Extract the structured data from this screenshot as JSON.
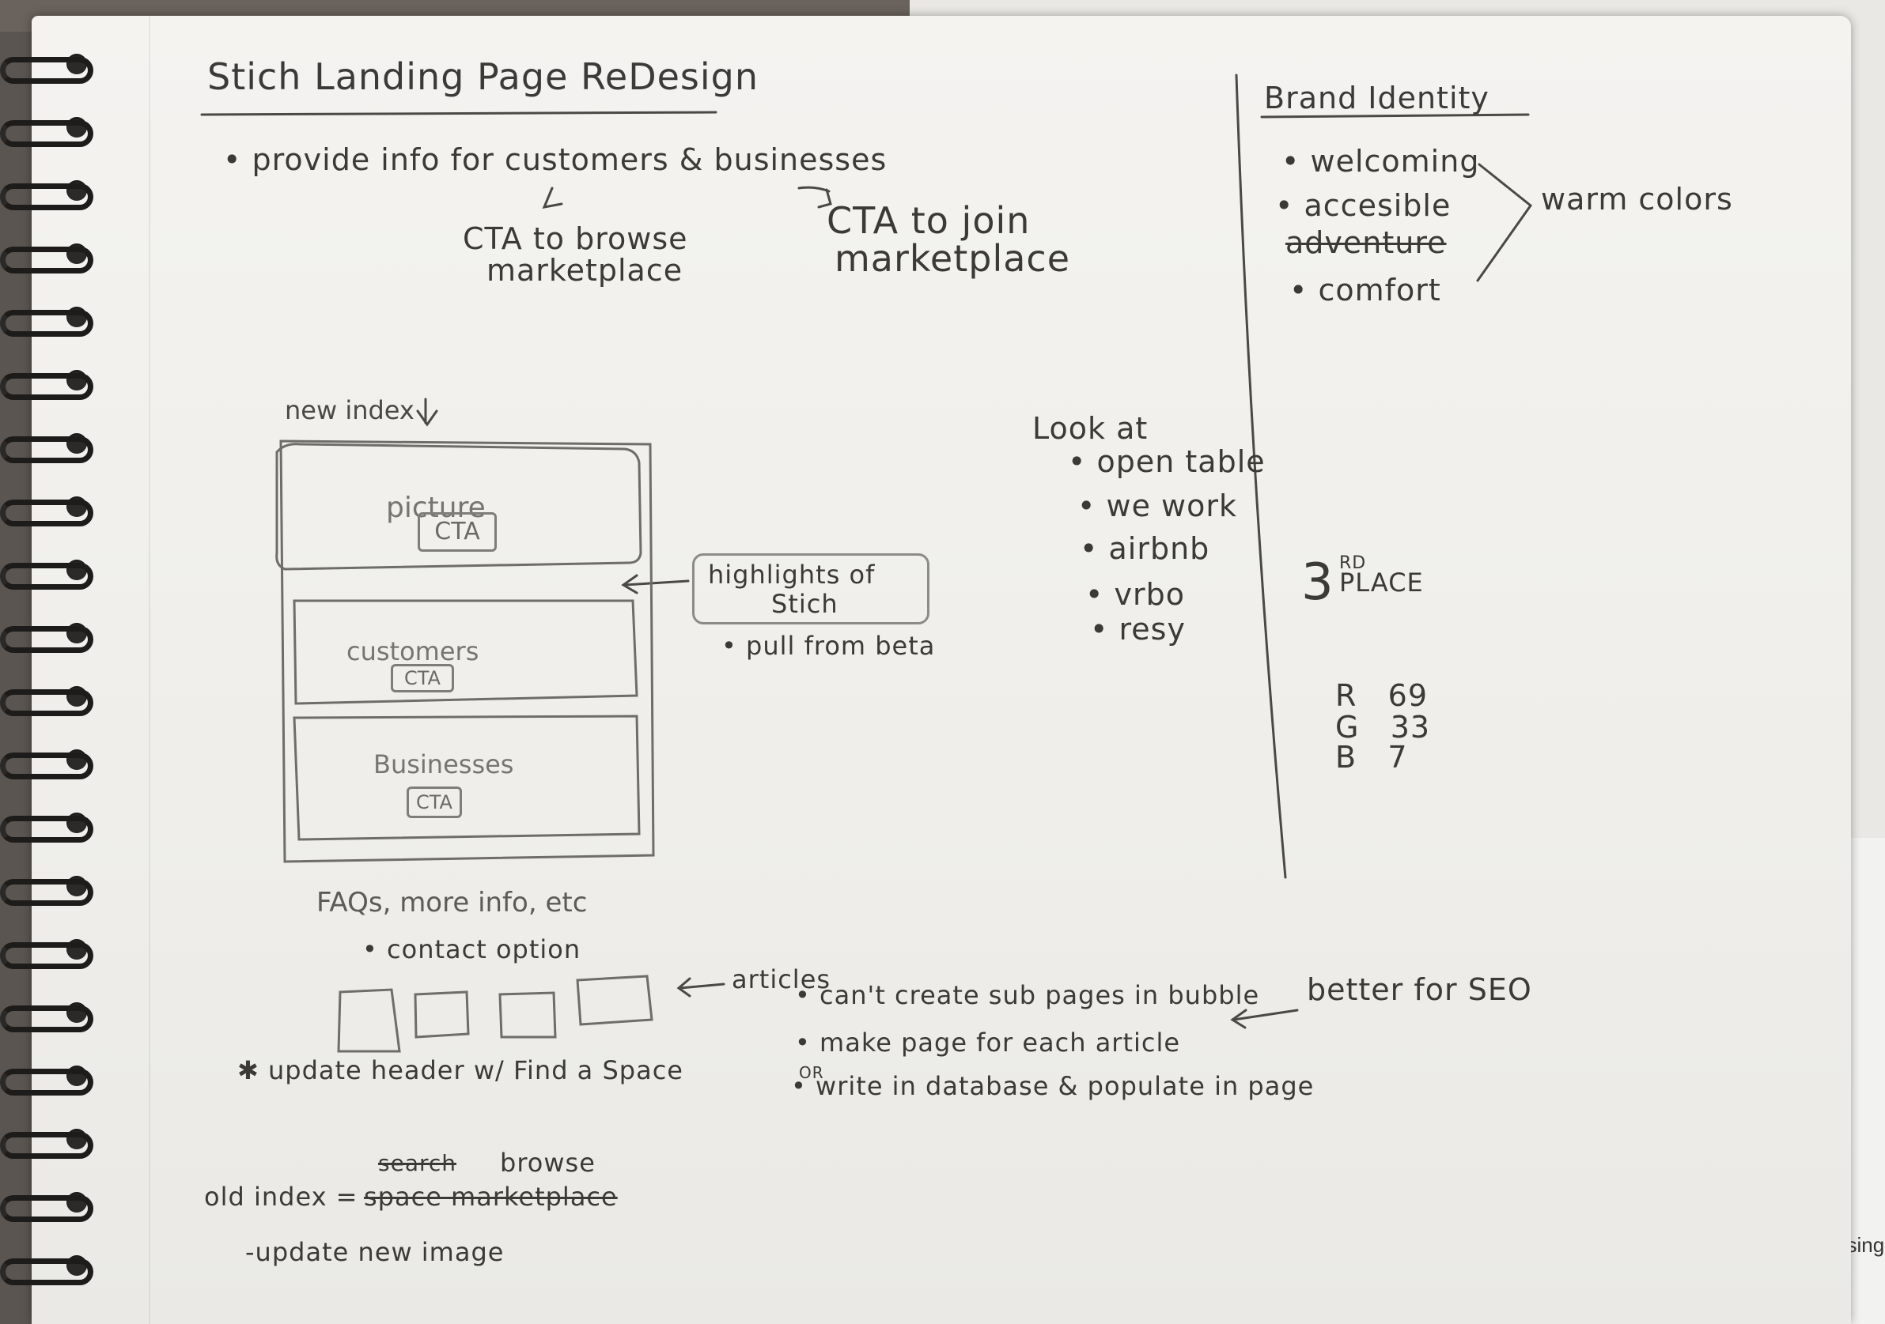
{
  "title": "Stich Landing Page ReDesign",
  "goal": {
    "bullet": "provide info for customers & businesses",
    "cta_browse": [
      "CTA to browse",
      "marketplace"
    ],
    "cta_join": [
      "CTA to join",
      "marketplace"
    ]
  },
  "brand": {
    "heading": "Brand Identity",
    "items": [
      "welcoming",
      "accesible",
      "adventure",
      "comfort"
    ],
    "warm": "warm colors",
    "third_place_num": "3",
    "third_place_sup": "RD",
    "third_place_word": "PLACE",
    "rgb": [
      [
        "R",
        "69"
      ],
      [
        "G",
        "33"
      ],
      [
        "B",
        "7"
      ]
    ]
  },
  "look": {
    "heading": "Look at",
    "items": [
      "open table",
      "we work",
      "airbnb",
      "vrbo",
      "resy"
    ]
  },
  "wireframe": {
    "label": "new index",
    "picture": "picture",
    "customers": "customers",
    "businesses": "Businesses",
    "cta": "CTA",
    "highlights": [
      "highlights of",
      "Stich"
    ],
    "pull": "pull from beta"
  },
  "faq": {
    "line": "FAQs, more info, etc",
    "contact": "contact option",
    "articles": "articles"
  },
  "notes": {
    "cant": "can't create sub pages in bubble",
    "make": "make page for each article",
    "or": "OR",
    "write": "write in database & populate in page",
    "seo": "better for SEO",
    "header": "update header w/ Find a Space"
  },
  "old": {
    "label": "old index =",
    "struck_top": "search",
    "browse": "browse",
    "struck_main": "space marketplace",
    "update": "-update new image"
  },
  "side_card": "using"
}
